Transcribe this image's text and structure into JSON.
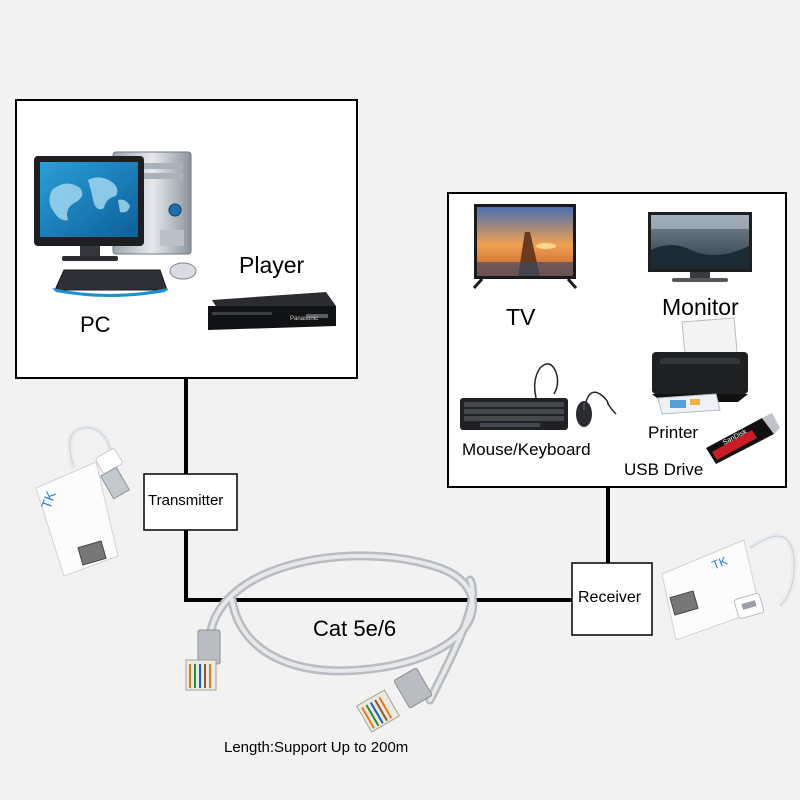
{
  "source_box": {
    "pc_label": "PC",
    "player_label": "Player"
  },
  "display_box": {
    "tv_label": "TV",
    "monitor_label": "Monitor",
    "printer_label": "Printer",
    "mouse_keyboard_label": "Mouse/Keyboard",
    "usb_drive_label": "USB Drive"
  },
  "transmitter_label": "Transmitter",
  "receiver_label": "Receiver",
  "cable_label": "Cat 5e/6",
  "length_note": "Length:Support Up to 200m",
  "adapter_brand": "TK",
  "player_brand": "Panasonic",
  "usb_brand": "SanDisk",
  "colors": {
    "line": "#000000",
    "background": "#f2f2f2",
    "box": "#ffffff"
  }
}
